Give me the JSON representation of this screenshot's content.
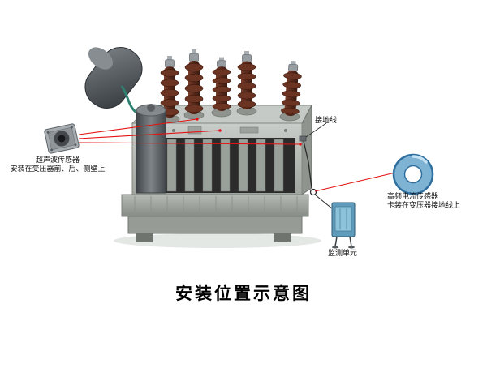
{
  "title": "安装位置示意图",
  "labels": {
    "ultrasonic_sensor_name": "超声波传感器",
    "ultrasonic_sensor_install": "安装在变压器前、后、侧壁上",
    "ground_wire": "接地线",
    "hf_sensor_name": "高频电流传感器",
    "hf_sensor_install": "卡装在变压器接地线上",
    "monitor_unit": "监测单元"
  },
  "colors": {
    "annotation_red": "#e51212",
    "ring_sensor_blue": "#7fb3d4",
    "monitor_unit_blue": "#5f9cbc",
    "background": "#ffffff"
  }
}
